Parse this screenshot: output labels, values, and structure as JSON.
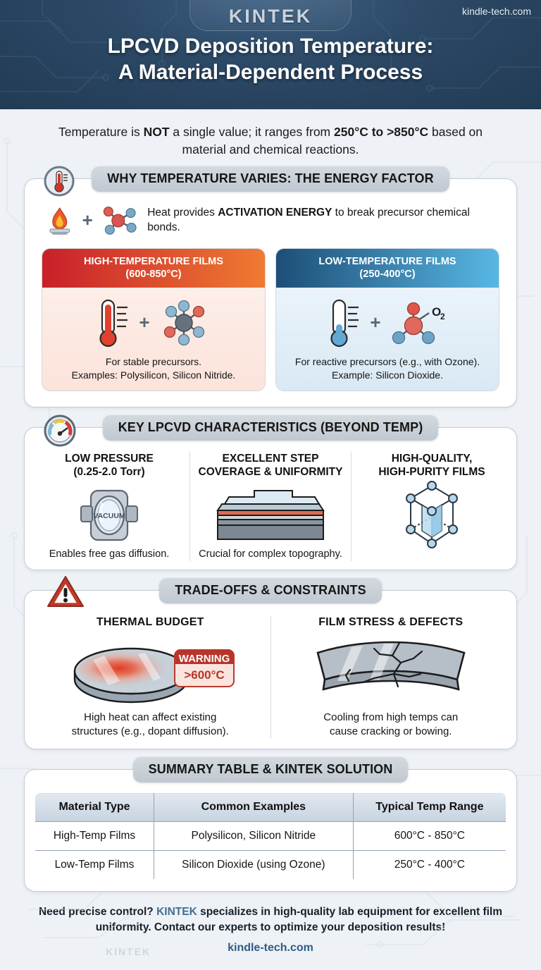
{
  "header": {
    "logo": "KINTEK",
    "site_tag": "kindle-tech.com",
    "title_line1": "LPCVD Deposition Temperature:",
    "title_line2": "A Material-Dependent Process",
    "bg_color": "#2b4865"
  },
  "subtitle": {
    "pre": "Temperature is ",
    "b1": "NOT",
    "mid": " a single value; it ranges from ",
    "b2": "250°C to >850°C",
    "post": " based on material and chemical reactions."
  },
  "section1": {
    "badge_icon": "thermometer-icon",
    "title": "WHY TEMPERATURE VARIES: THE ENERGY FACTOR",
    "heat_icon": "flame-icon",
    "plus": "+",
    "molecule_icon": "molecule-icon",
    "heat_text_pre": "Heat provides ",
    "heat_text_bold": "ACTIVATION ENERGY",
    "heat_text_post": " to break precursor chemical bonds.",
    "cards": [
      {
        "kind": "high",
        "head_line1": "HIGH-TEMPERATURE FILMS",
        "head_line2": "(600-850°C)",
        "thermo_icon": "thermometer-hot-icon",
        "plus": "+",
        "mol_icon": "molecule-complex-icon",
        "cap_line1": "For stable precursors.",
        "cap_line2": "Examples: Polysilicon, Silicon Nitride.",
        "head_color_from": "#c8202a",
        "head_color_to": "#ef7b32"
      },
      {
        "kind": "low",
        "head_line1": "LOW-TEMPERATURE FILMS",
        "head_line2": "(250-400°C)",
        "thermo_icon": "thermometer-cold-icon",
        "plus": "+",
        "mol_icon": "ozone-molecule-icon",
        "mol_label": "O",
        "mol_sub": "2",
        "cap_line1": "For reactive precursors (e.g., with Ozone).",
        "cap_line2": "Example: Silicon Dioxide.",
        "head_color_from": "#1d4e77",
        "head_color_to": "#58b7e3"
      }
    ]
  },
  "section2": {
    "badge_icon": "gauge-icon",
    "title": "KEY LPCVD CHARACTERISTICS (BEYOND TEMP)",
    "features": [
      {
        "title_line1": "LOW PRESSURE",
        "title_line2": "(0.25-2.0 Torr)",
        "icon": "vacuum-chamber-icon",
        "icon_label": "VACUUM",
        "caption": "Enables free gas diffusion."
      },
      {
        "title_line1": "EXCELLENT STEP",
        "title_line2": "COVERAGE & UNIFORMITY",
        "icon": "step-coverage-icon",
        "caption": "Crucial for complex topography."
      },
      {
        "title_line1": "HIGH-QUALITY,",
        "title_line2": "HIGH-PURITY FILMS",
        "icon": "crystal-lattice-icon",
        "caption": ""
      }
    ]
  },
  "section3": {
    "badge_icon": "warning-triangle-icon",
    "title": "TRADE-OFFS & CONSTRAINTS",
    "items": [
      {
        "title": "THERMAL BUDGET",
        "icon": "hot-wafer-icon",
        "warning_label": "WARNING",
        "warning_value": ">600°C",
        "cap_line1": "High heat can affect existing",
        "cap_line2": "structures (e.g., dopant diffusion)."
      },
      {
        "title": "FILM STRESS & DEFECTS",
        "icon": "cracked-bowed-wafer-icon",
        "cap_line1": "Cooling from high temps can",
        "cap_line2": "cause cracking or bowing."
      }
    ]
  },
  "section4": {
    "title": "SUMMARY TABLE & KINTEK SOLUTION",
    "table": {
      "columns": [
        "Material Type",
        "Common Examples",
        "Typical Temp Range"
      ],
      "rows": [
        [
          "High-Temp Films",
          "Polysilicon, Silicon Nitride",
          "600°C - 850°C"
        ],
        [
          "Low-Temp Films",
          "Silicon Dioxide (using Ozone)",
          "250°C - 400°C"
        ]
      ]
    }
  },
  "footer": {
    "text_pre": "Need precise control? ",
    "brand": "KINTEK",
    "text_post": " specializes in high-quality lab equipment for excellent film uniformity. Contact our experts to optimize your deposition results!",
    "link": "kindle-tech.com",
    "watermark": "KINTEK"
  }
}
